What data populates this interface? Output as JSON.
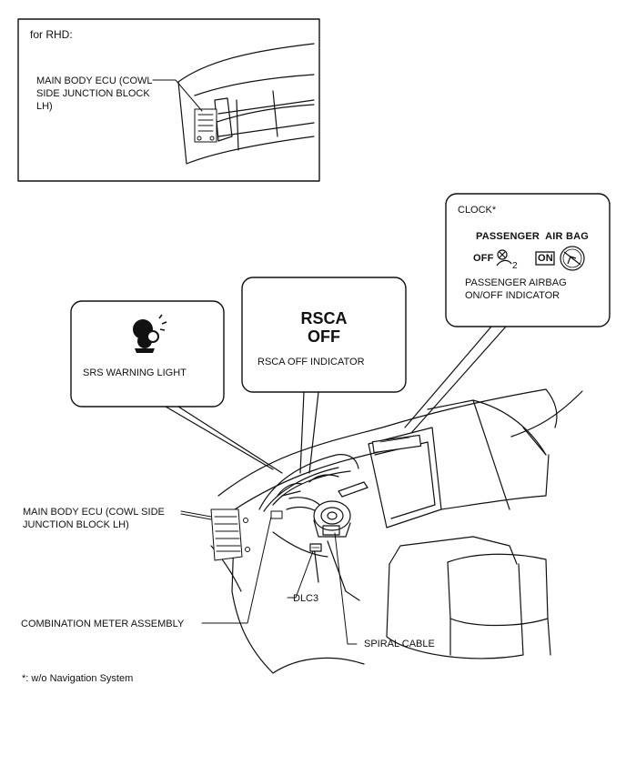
{
  "inset": {
    "title": "for RHD:",
    "ecu_label": "MAIN BODY ECU (COWL\nSIDE JUNCTION BLOCK\nLH)"
  },
  "callouts": {
    "srs": {
      "label": "SRS WARNING LIGHT",
      "icon": "airbag-person-icon"
    },
    "rsca": {
      "line1": "RSCA",
      "line2": "OFF",
      "label": "RSCA OFF INDICATOR"
    },
    "clock": {
      "title": "CLOCK*",
      "header": "PASSENGER  AIR BAG",
      "off_text": "OFF",
      "on_text": "ON",
      "label": "PASSENGER AIRBAG\nON/OFF INDICATOR"
    }
  },
  "labels": {
    "main_ecu": "MAIN BODY ECU (COWL SIDE\nJUNCTION BLOCK LH)",
    "combination_meter": "COMBINATION METER ASSEMBLY",
    "dlc3": "DLC3",
    "spiral_cable": "SPIRAL CABLE"
  },
  "footnote": "*: w/o Navigation System"
}
